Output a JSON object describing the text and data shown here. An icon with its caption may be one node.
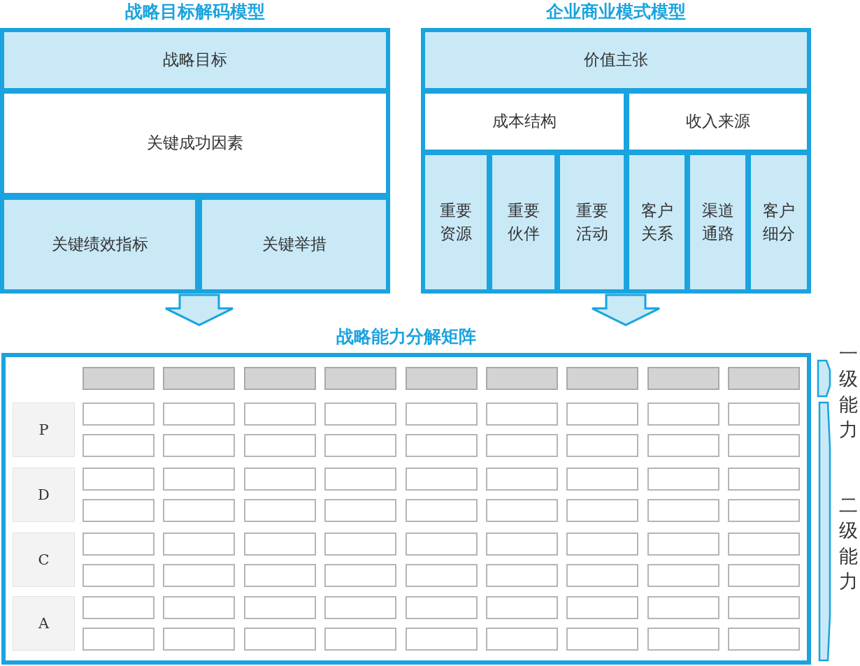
{
  "diagram": {
    "nodes": [
      {
        "text": [
          "战略目标解码模型"
        ]
      },
      {
        "text": [
          "战略目标"
        ],
        "in": 0
      },
      {
        "text": [
          "关键成功因素"
        ],
        "in": 0
      },
      {
        "text": [
          "关键绩效指标"
        ],
        "in": 0
      },
      {
        "text": [
          "关键举措"
        ],
        "in": 0
      },
      {
        "text": [
          "企业商业模式模型"
        ]
      },
      {
        "text": [
          "价值主张"
        ],
        "in": 5
      },
      {
        "text": [
          "成本结构"
        ],
        "in": 5
      },
      {
        "text": [
          "收入来源"
        ],
        "in": 5
      },
      {
        "text": [
          "重要资源"
        ],
        "in": 5
      },
      {
        "text": [
          "重要伙伴"
        ],
        "in": 5
      },
      {
        "text": [
          "重要活动"
        ],
        "in": 5
      },
      {
        "text": [
          "客户关系"
        ],
        "in": 5
      },
      {
        "text": [
          "渠道通路"
        ],
        "in": 5
      },
      {
        "text": [
          "客户细分"
        ],
        "in": 5
      },
      {
        "text": [
          "战略能力分解矩阵"
        ]
      },
      {
        "text": [],
        "shape": "box",
        "in": 15
      },
      {
        "text": [],
        "shape": "box",
        "in": 15
      },
      {
        "text": [],
        "shape": "box",
        "in": 15
      },
      {
        "text": [],
        "shape": "box",
        "in": 15
      },
      {
        "text": [],
        "shape": "box",
        "in": 15
      },
      {
        "text": [],
        "shape": "box",
        "in": 15
      },
      {
        "text": [],
        "shape": "box",
        "in": 15
      },
      {
        "text": [],
        "shape": "box",
        "in": 15
      },
      {
        "text": [],
        "shape": "box",
        "in": 15
      },
      {
        "text": [
          "P"
        ],
        "in": 15
      },
      {
        "text": [],
        "shape": "box",
        "in": 15
      },
      {
        "text": [],
        "shape": "box",
        "in": 15
      },
      {
        "text": [],
        "shape": "box",
        "in": 15
      },
      {
        "text": [],
        "shape": "box",
        "in": 15
      },
      {
        "text": [],
        "shape": "box",
        "in": 15
      },
      {
        "text": [],
        "shape": "box",
        "in": 15
      },
      {
        "text": [],
        "shape": "box",
        "in": 15
      },
      {
        "text": [],
        "shape": "box",
        "in": 15
      },
      {
        "text": [],
        "shape": "box",
        "in": 15
      },
      {
        "text": [],
        "shape": "box",
        "in": 15
      },
      {
        "text": [],
        "shape": "box",
        "in": 15
      },
      {
        "text": [],
        "shape": "box",
        "in": 15
      },
      {
        "text": [],
        "shape": "box",
        "in": 15
      },
      {
        "text": [],
        "shape": "box",
        "in": 15
      },
      {
        "text": [],
        "shape": "box",
        "in": 15
      },
      {
        "text": [],
        "shape": "box",
        "in": 15
      },
      {
        "text": [],
        "shape": "box",
        "in": 15
      },
      {
        "text": [],
        "shape": "box",
        "in": 15
      },
      {
        "text": [
          "D"
        ],
        "in": 15
      },
      {
        "text": [],
        "shape": "box",
        "in": 15
      },
      {
        "text": [],
        "shape": "box",
        "in": 15
      },
      {
        "text": [],
        "shape": "box",
        "in": 15
      },
      {
        "text": [],
        "shape": "box",
        "in": 15
      },
      {
        "text": [],
        "shape": "box",
        "in": 15
      },
      {
        "text": [],
        "shape": "box",
        "in": 15
      },
      {
        "text": [],
        "shape": "box",
        "in": 15
      },
      {
        "text": [],
        "shape": "box",
        "in": 15
      },
      {
        "text": [],
        "shape": "box",
        "in": 15
      },
      {
        "text": [],
        "shape": "box",
        "in": 15
      },
      {
        "text": [],
        "shape": "box",
        "in": 15
      },
      {
        "text": [],
        "shape": "box",
        "in": 15
      },
      {
        "text": [],
        "shape": "box",
        "in": 15
      },
      {
        "text": [],
        "shape": "box",
        "in": 15
      },
      {
        "text": [],
        "shape": "box",
        "in": 15
      },
      {
        "text": [],
        "shape": "box",
        "in": 15
      },
      {
        "text": [],
        "shape": "box",
        "in": 15
      },
      {
        "text": [],
        "shape": "box",
        "in": 15
      },
      {
        "text": [
          "C"
        ],
        "in": 15
      },
      {
        "text": [],
        "shape": "box",
        "in": 15
      },
      {
        "text": [],
        "shape": "box",
        "in": 15
      },
      {
        "text": [],
        "shape": "box",
        "in": 15
      },
      {
        "text": [],
        "shape": "box",
        "in": 15
      },
      {
        "text": [],
        "shape": "box",
        "in": 15
      },
      {
        "text": [],
        "shape": "box",
        "in": 15
      },
      {
        "text": [],
        "shape": "box",
        "in": 15
      },
      {
        "text": [],
        "shape": "box",
        "in": 15
      },
      {
        "text": [],
        "shape": "box",
        "in": 15
      },
      {
        "text": [],
        "shape": "box",
        "in": 15
      },
      {
        "text": [],
        "shape": "box",
        "in": 15
      },
      {
        "text": [],
        "shape": "box",
        "in": 15
      },
      {
        "text": [],
        "shape": "box",
        "in": 15
      },
      {
        "text": [],
        "shape": "box",
        "in": 15
      },
      {
        "text": [],
        "shape": "box",
        "in": 15
      },
      {
        "text": [],
        "shape": "box",
        "in": 15
      },
      {
        "text": [],
        "shape": "box",
        "in": 15
      },
      {
        "text": [],
        "shape": "box",
        "in": 15
      },
      {
        "text": [
          "A"
        ],
        "in": 15
      },
      {
        "text": [],
        "shape": "box",
        "in": 15
      },
      {
        "text": [],
        "shape": "box",
        "in": 15
      },
      {
        "text": [],
        "shape": "box",
        "in": 15
      },
      {
        "text": [],
        "shape": "box",
        "in": 15
      },
      {
        "text": [],
        "shape": "box",
        "in": 15
      },
      {
        "text": [],
        "shape": "box",
        "in": 15
      },
      {
        "text": [],
        "shape": "box",
        "in": 15
      },
      {
        "text": [],
        "shape": "box",
        "in": 15
      },
      {
        "text": [],
        "shape": "box",
        "in": 15
      },
      {
        "text": [],
        "shape": "box",
        "in": 15
      },
      {
        "text": [],
        "shape": "box",
        "in": 15
      },
      {
        "text": [],
        "shape": "box",
        "in": 15
      },
      {
        "text": [],
        "shape": "box",
        "in": 15
      },
      {
        "text": [],
        "shape": "box",
        "in": 15
      },
      {
        "text": [],
        "shape": "box",
        "in": 15
      },
      {
        "text": [],
        "shape": "box",
        "in": 15
      },
      {
        "text": [],
        "shape": "box",
        "in": 15
      },
      {
        "text": [],
        "shape": "box",
        "in": 15
      }
    ],
    "edges": [
      {
        "from": 0,
        "to": 15,
        "arrow": "to"
      },
      {
        "from": 5,
        "to": 15,
        "arrow": "to"
      }
    ],
    "labels": [
      "一级能力",
      "二级能力"
    ]
  }
}
